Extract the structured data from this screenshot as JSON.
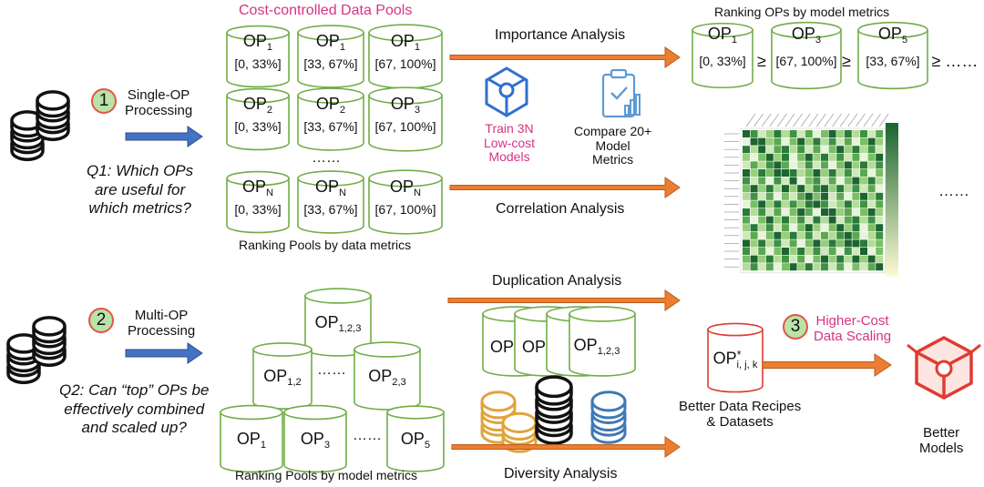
{
  "top": {
    "pools_title": "Cost-controlled Data Pools",
    "ranking_title": "Ranking OPs by model metrics",
    "importance": "Importance Analysis",
    "correlation": "Correlation Analysis",
    "ranking_pools_data": "Ranking Pools by data metrics",
    "train_models": [
      "Train 3N",
      "Low-cost",
      "Models"
    ],
    "compare_metrics": [
      "Compare 20+",
      "Model",
      "Metrics"
    ],
    "ellipsis_mid": "……",
    "ellipsis_right": "……",
    "ranking_chain": {
      "ops": [
        "1",
        "3",
        "5"
      ],
      "ranges": [
        "[0, 33%]",
        "[67, 100%]",
        "[33, 67%]"
      ],
      "geq": "≥",
      "tail": "≥ ……"
    }
  },
  "q1": {
    "step": "1",
    "step_label": [
      "Single-OP",
      "Processing"
    ],
    "question": [
      "Q1: Which OPs",
      "are useful for",
      "which metrics?"
    ]
  },
  "pools": {
    "rows": [
      {
        "subs": [
          "1",
          "1",
          "1"
        ],
        "ranges": [
          "[0, 33%]",
          "[33, 67%]",
          "[67, 100%]"
        ]
      },
      {
        "subs": [
          "2",
          "2",
          "3"
        ],
        "ranges": [
          "[0, 33%]",
          "[33, 67%]",
          "[67, 100%]"
        ]
      },
      {
        "subs": [
          "N",
          "N",
          "N"
        ],
        "ranges": [
          "[0, 33%]",
          "[33, 67%]",
          "[67, 100%]"
        ]
      }
    ]
  },
  "q2": {
    "step": "2",
    "step_label": [
      "Multi-OP",
      "Processing"
    ],
    "question": [
      "Q2: Can “top” OPs be",
      "effectively combined",
      "and scaled up?"
    ],
    "pyramid": {
      "top": "1,2,3",
      "mid": [
        "1,2",
        "2,3"
      ],
      "bottom": [
        "1",
        "3",
        "5"
      ],
      "ellipsis": "……"
    },
    "ranking_pools_model": "Ranking Pools by model metrics",
    "duplication": "Duplication Analysis",
    "diversity": "Diversity Analysis",
    "stack_op": "OP",
    "stack_sub": "1,2,3"
  },
  "q3": {
    "step": "3",
    "step_label": [
      "Higher-Cost",
      "Data Scaling"
    ],
    "recipe_sub": "i, j, k",
    "recipe_sup": "*",
    "recipes_label": [
      "Better Data Recipes",
      "& Datasets"
    ],
    "better_models": [
      "Better",
      "Models"
    ]
  },
  "colors": {
    "arrow_blue": "#4472c4",
    "arrow_orange": "#ed7d31",
    "cyl_green": "#70ad47",
    "pink": "#d63384",
    "icon_blue": "#2f6fd0",
    "icon_red": "#e03c31"
  }
}
